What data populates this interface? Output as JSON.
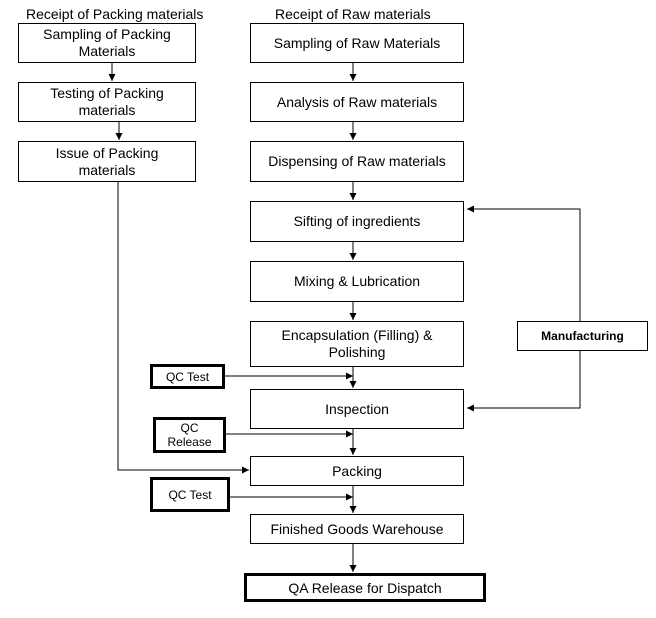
{
  "headers": {
    "packing": "Receipt of Packing materials",
    "raw": "Receipt of Raw materials"
  },
  "packing_steps": [
    "Sampling of Packing\nMaterials",
    "Testing of Packing\nmaterials",
    "Issue of Packing\nmaterials"
  ],
  "raw_steps": [
    "Sampling of Raw Materials",
    "Analysis of Raw materials",
    "Dispensing of Raw materials",
    "Sifting of ingredients",
    "Mixing & Lubrication",
    "Encapsulation (Filling) &\nPolishing",
    "Inspection",
    "Packing",
    "Finished Goods Warehouse",
    "QA Release for Dispatch"
  ],
  "side_inputs": {
    "qc_test_1": "QC Test",
    "qc_release": "QC\nRelease",
    "qc_test_2": "QC Test",
    "manufacturing": "Manufacturing"
  }
}
